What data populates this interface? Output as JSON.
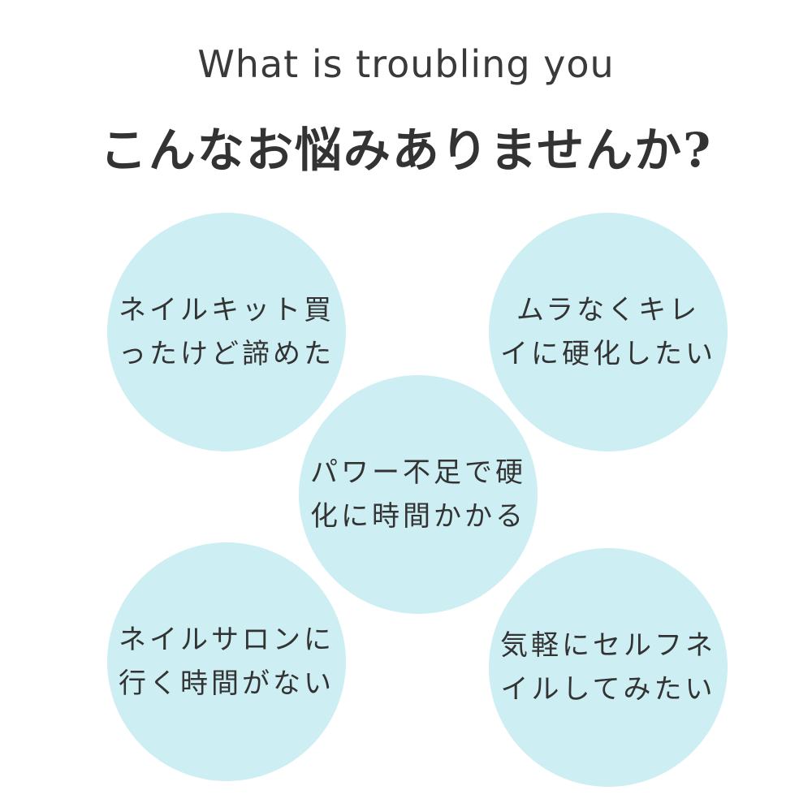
{
  "header": {
    "subtitle": "What is troubling you",
    "title": "こんなお悩みありませんか?"
  },
  "colors": {
    "circle_fill": "#cdeef2",
    "text": "#333333"
  },
  "bubbles": [
    {
      "line1": "ネイルキット買",
      "line2": "ったけど諦めた"
    },
    {
      "line1": "ムラなくキレ",
      "line2": "イに硬化したい"
    },
    {
      "line1": "パワー不足で硬",
      "line2": "化に時間かかる"
    },
    {
      "line1": "ネイルサロンに",
      "line2": "行く時間がない"
    },
    {
      "line1": "気軽にセルフネ",
      "line2": "イルしてみたい"
    }
  ]
}
